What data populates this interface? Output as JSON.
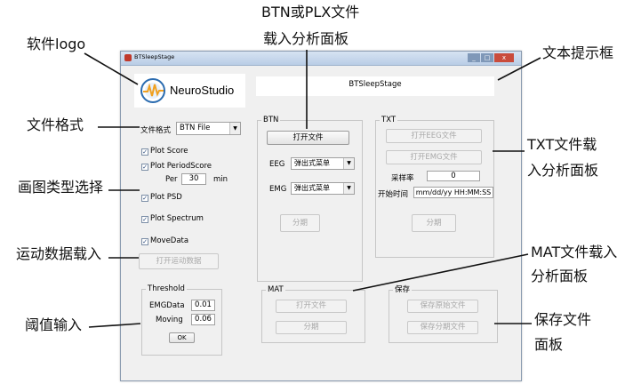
{
  "annotations": {
    "logo": "软件logo",
    "btn_plx_line1": "BTN或PLX文件",
    "btn_plx_line2": "载入分析面板",
    "text_hint": "文本提示框",
    "file_format": "文件格式",
    "txt_panel_line1": "TXT文件载",
    "txt_panel_line2": "入分析面板",
    "plot_type": "画图类型选择",
    "motion_load": "运动数据载入",
    "mat_panel_line1": "MAT文件载入",
    "mat_panel_line2": "分析面板",
    "threshold_input": "阈值输入",
    "save_panel_line1": "保存文件",
    "save_panel_line2": "面板"
  },
  "window": {
    "title": "BTSleepStage"
  },
  "logo": {
    "text": "NeuroStudio"
  },
  "hint_box": {
    "text": "BTSleepStage"
  },
  "format": {
    "label": "文件格式",
    "value": "BTN File"
  },
  "plot_options": {
    "plot_score": "Plot Score",
    "plot_period": "Plot PeriodScore",
    "per_label": "Per",
    "per_value": "30",
    "min_label": "min",
    "plot_psd": "Plot PSD",
    "plot_spectrum": "Plot Spectrum",
    "move_data": "MoveData"
  },
  "motion_button": "打开运动数据",
  "threshold": {
    "title": "Threshold",
    "emg_label": "EMGData",
    "emg_value": "0.01",
    "moving_label": "Moving",
    "moving_value": "0.06",
    "ok": "OK"
  },
  "btn_panel": {
    "title": "BTN",
    "open": "打开文件",
    "eeg_label": "EEG",
    "eeg_value": "弹出式菜单",
    "emg_label": "EMG",
    "emg_value": "弹出式菜单",
    "split": "分期"
  },
  "txt_panel": {
    "title": "TXT",
    "open_eeg": "打开EEG文件",
    "open_emg": "打开EMG文件",
    "rate_label": "采样率",
    "rate_value": "0",
    "start_label": "开始时间",
    "start_value": "mm/dd/yy HH:MM:SS",
    "split": "分期"
  },
  "mat_panel": {
    "title": "MAT",
    "open": "打开文件",
    "split": "分期"
  },
  "save_panel": {
    "title": "保存",
    "save_raw": "保存原始文件",
    "save_split": "保存分期文件"
  }
}
